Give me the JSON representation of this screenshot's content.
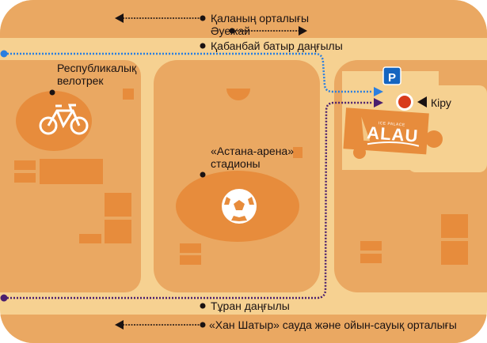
{
  "labels": {
    "city_center": "Қаланың орталығы",
    "airport": "Әуежай",
    "kabanbay_street": "Қабанбай батыр даңғылы",
    "velotrack_line1": "Республикалық",
    "velotrack_line2": "велотрек",
    "stadium_line1": "«Астана-арена»",
    "stadium_line2": "стадионы",
    "turan_street": "Тұран даңғылы",
    "khan_shatyr": "«Хан Шатыр» сауда және ойын-сауық орталығы",
    "entrance": "Кіру",
    "parking": "P",
    "logo_small": "ICE PALACE",
    "logo_main": "ALAU"
  },
  "colors": {
    "block": "#eaa862",
    "road": "#f6d191",
    "feature": "#e78c3c",
    "blue_route": "#2a7fe0",
    "purple_route": "#4a1f6e",
    "entrance": "#d83a1c",
    "parking": "#1565c0"
  },
  "icons": [
    "bicycle-icon",
    "football-icon",
    "parking-icon",
    "entrance-marker-icon"
  ]
}
